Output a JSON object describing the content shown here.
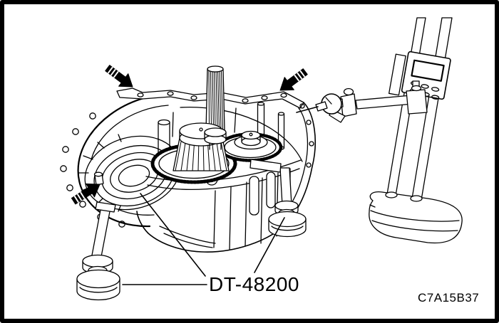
{
  "figure": {
    "part_label": "DT-48200",
    "figure_code": "C7A15B37"
  },
  "style": {
    "background_color": "#ffffff",
    "line_color": "#000000",
    "frame_color": "#000000"
  },
  "illustration": {
    "components": [
      "transaxle-case",
      "bell-housing-flange",
      "gear-cluster",
      "input-shaft",
      "support-leg-left",
      "support-leg-right",
      "height-gauge",
      "dial-indicator"
    ],
    "arrows": [
      {
        "name": "measure-arrow-top-left-icon",
        "direction": "down-right"
      },
      {
        "name": "measure-arrow-top-right-icon",
        "direction": "down-left"
      },
      {
        "name": "measure-arrow-left-icon",
        "direction": "up-right"
      }
    ]
  }
}
